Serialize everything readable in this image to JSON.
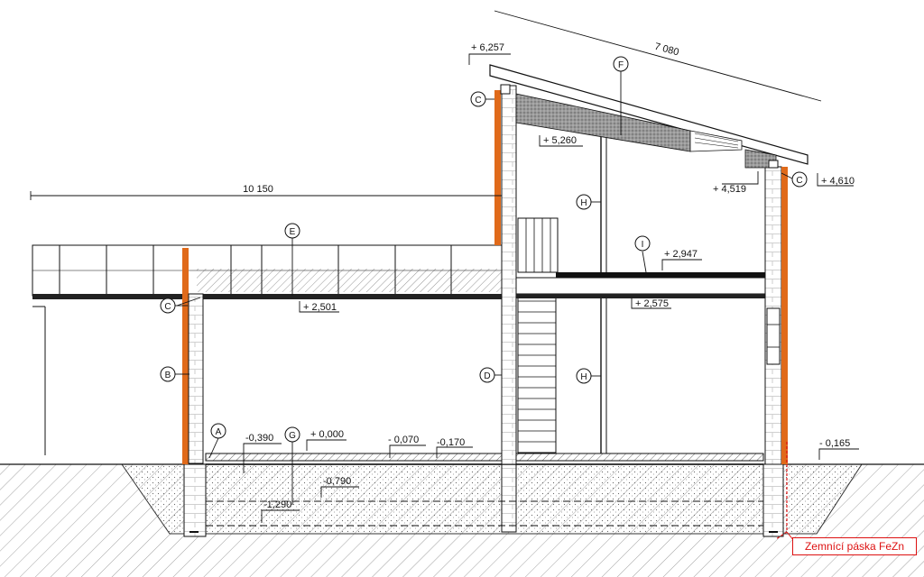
{
  "dimensions": {
    "overall_width": "10 150",
    "roof_length": "7 080"
  },
  "levels": {
    "ridge": "+ 6,257",
    "roof_underside": "+ 5,260",
    "eave_lower": "+ 4,519",
    "eave_upper": "+ 4,610",
    "floor_upper": "+ 2,947",
    "ceiling_two_story": "+ 2,575",
    "ceiling_one_story": "+ 2,501",
    "floor_zero": "+ 0,000",
    "floor_step": "- 0,070",
    "floor_low": "-0,170",
    "terrain": "- 0,165",
    "found_top": "-0,390",
    "found_mid": "-0,790",
    "found_bottom": "-1,290"
  },
  "markers": {
    "A": "A",
    "B": "B",
    "C": "C",
    "D": "D",
    "E": "E",
    "F": "F",
    "G": "G",
    "H": "H",
    "I": "I"
  },
  "notes": {
    "grounding_tape": "Zemnící páska FeZn"
  },
  "colors": {
    "insulation": "#e06a1a",
    "line": "#111111",
    "grounding": "#dd1111",
    "roof_fill": "#8a8a8a",
    "slab": "#111111"
  }
}
